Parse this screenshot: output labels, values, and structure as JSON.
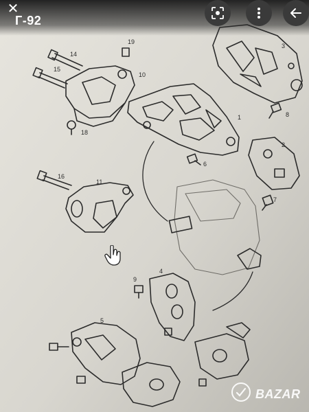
{
  "header": {
    "close_label": "✕",
    "title": "Г-92"
  },
  "buttons": {
    "lens_icon": "lens-icon",
    "more_icon": "more-vert-icon",
    "back_icon": "arrow-back-icon"
  },
  "diagram": {
    "part_numbers": [
      "14",
      "15",
      "19",
      "10",
      "18",
      "16",
      "11",
      "3",
      "1",
      "2",
      "8",
      "6",
      "7",
      "4",
      "9",
      "5"
    ]
  },
  "watermark": {
    "brand": "BAZAR"
  },
  "colors": {
    "paper": "#d9d7d0",
    "ink": "#2b2b2b",
    "topbar": "#232323",
    "button_bg": "#3a3a3a"
  }
}
